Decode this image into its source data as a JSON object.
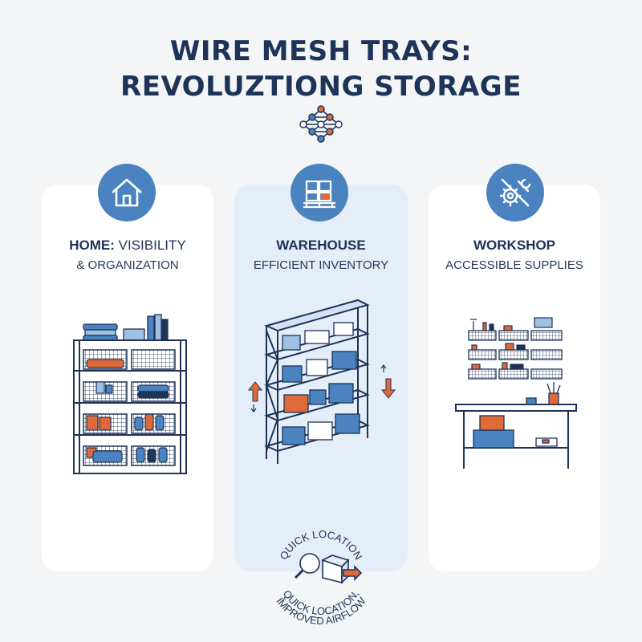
{
  "title": {
    "line1": "WIRE MESH TRAYS:",
    "line2": "REVOLUZTIONG STORAGE"
  },
  "colors": {
    "navy": "#1d3358",
    "blue": "#4b82c0",
    "light_blue": "#e4eef8",
    "orange": "#e0693a",
    "background": "#f4f5f7"
  },
  "cards": [
    {
      "id": "home",
      "icon": "house-icon",
      "title_bold": "HOME:",
      "title_rest": " VISIBILITY",
      "subtitle": "& ORGANIZATION"
    },
    {
      "id": "warehouse",
      "icon": "pallet-boxes-icon",
      "title_bold": "WAREHOUSE",
      "title_rest": "",
      "subtitle": "EFFICIENT INVENTORY"
    },
    {
      "id": "workshop",
      "icon": "tools-gear-icon",
      "title_bold": "WORKSHOP",
      "title_rest": "",
      "subtitle": "ACCESSIBLE SUPPLIES"
    }
  ],
  "footer_badge": {
    "arc_top": "QUICK LOCATION",
    "arc_bottom_1": "QUICK LOCATION,",
    "arc_bottom_2": "IMPROVED AIRFLOW",
    "icon": "magnifier-box-icon"
  }
}
